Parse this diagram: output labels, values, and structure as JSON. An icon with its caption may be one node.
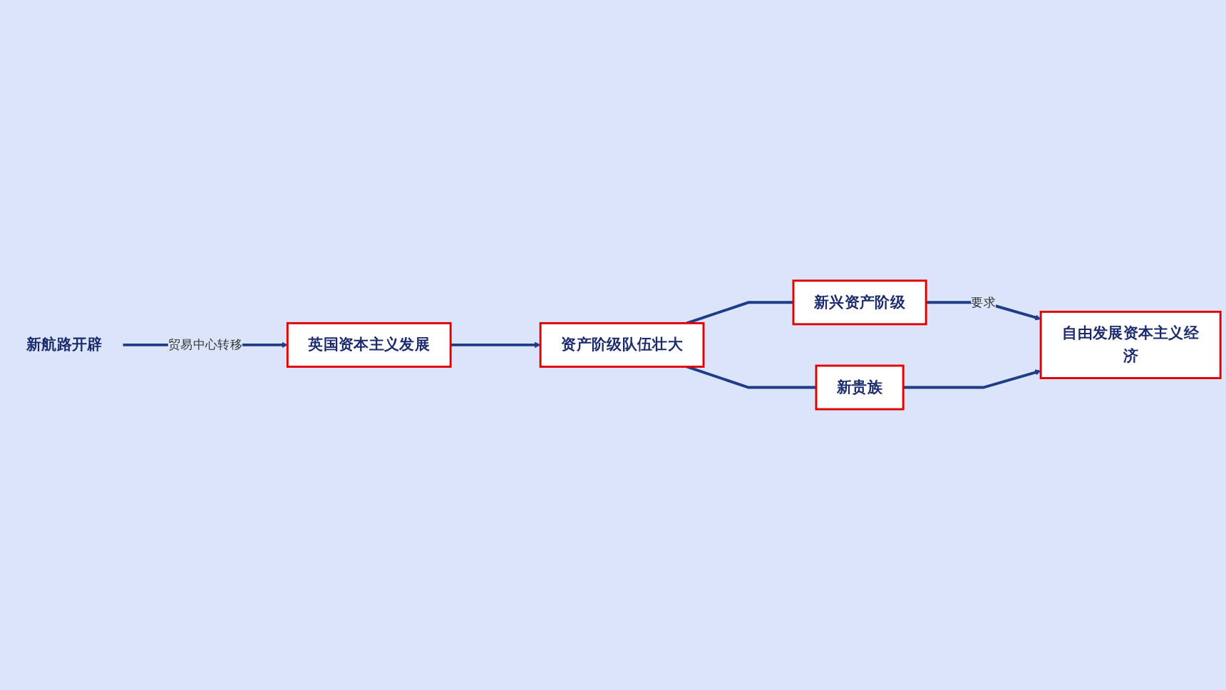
{
  "diagram": {
    "nodes": [
      {
        "text": [
          "新航路开辟"
        ]
      },
      {
        "text": [
          "英国资本主义发展"
        ]
      },
      {
        "text": [
          "资产阶级队伍壮大"
        ]
      },
      {
        "text": [
          "新兴资产阶级"
        ]
      },
      {
        "text": [
          "新贵族"
        ]
      },
      {
        "text": [
          "自由发展资本主义经济"
        ]
      }
    ],
    "edges": [
      {
        "from": 0,
        "to": 1,
        "arrow": "to",
        "label": "贸易中心转移"
      },
      {
        "from": 1,
        "to": 2,
        "arrow": "to"
      },
      {
        "from": 2,
        "to": 3,
        "arrow": "none"
      },
      {
        "from": 2,
        "to": 4,
        "arrow": "none"
      },
      {
        "from": 3,
        "to": 5,
        "arrow": "to",
        "label": "要求"
      },
      {
        "from": 4,
        "to": 5,
        "arrow": "to"
      }
    ]
  }
}
